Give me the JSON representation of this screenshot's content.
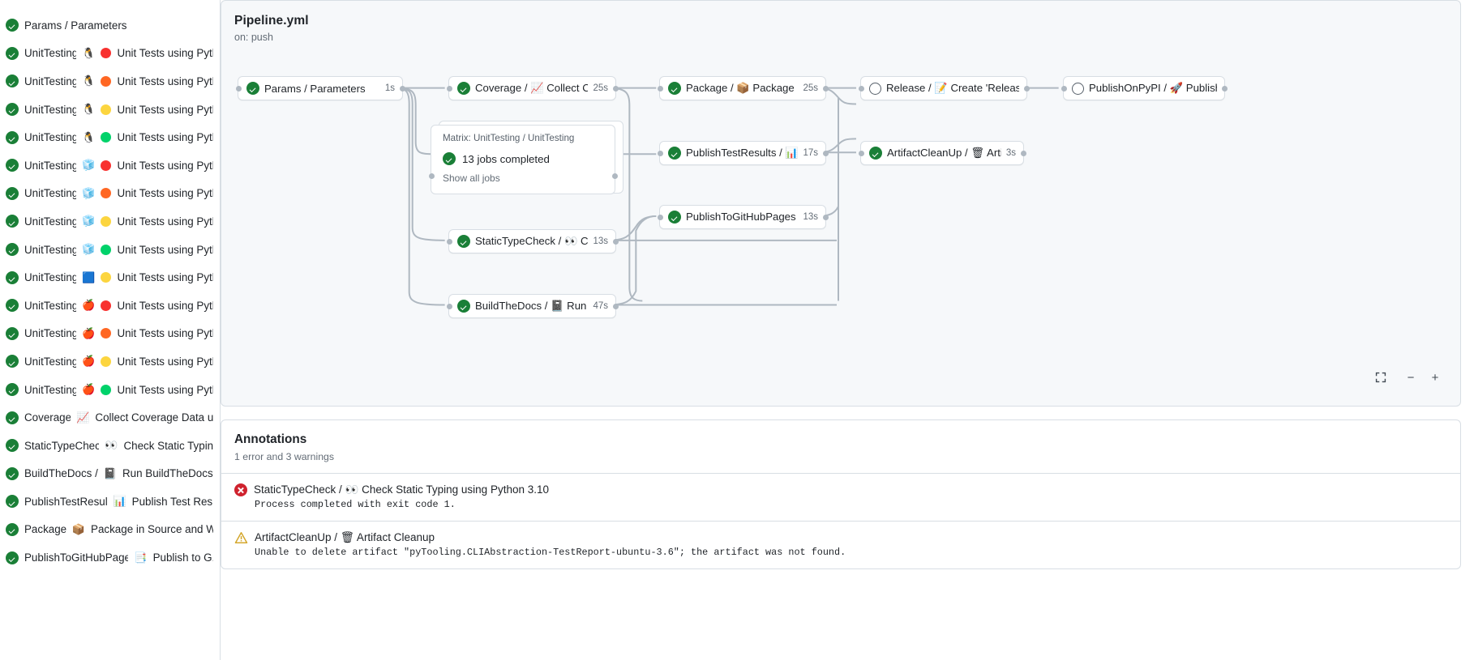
{
  "sidebar": {
    "jobs": [
      {
        "status": "success",
        "name": "Params / Parameters",
        "os": null,
        "dot": null
      },
      {
        "status": "success",
        "name": "UnitTesting /",
        "os": "🐧",
        "dot": "#f8312f",
        "suffix": "Unit Tests using Pyth..."
      },
      {
        "status": "success",
        "name": "UnitTesting /",
        "os": "🐧",
        "dot": "#ff6723",
        "suffix": "Unit Tests using Pyth..."
      },
      {
        "status": "success",
        "name": "UnitTesting /",
        "os": "🐧",
        "dot": "#fcd53f",
        "suffix": "Unit Tests using Pyth..."
      },
      {
        "status": "success",
        "name": "UnitTesting /",
        "os": "🐧",
        "dot": "#00d26a",
        "suffix": "Unit Tests using Pyth..."
      },
      {
        "status": "success",
        "name": "UnitTesting /",
        "os": "🧊",
        "dot": "#f8312f",
        "suffix": "Unit Tests using Pyth..."
      },
      {
        "status": "success",
        "name": "UnitTesting /",
        "os": "🧊",
        "dot": "#ff6723",
        "suffix": "Unit Tests using Pyth..."
      },
      {
        "status": "success",
        "name": "UnitTesting /",
        "os": "🧊",
        "dot": "#fcd53f",
        "suffix": "Unit Tests using Pyth..."
      },
      {
        "status": "success",
        "name": "UnitTesting /",
        "os": "🧊",
        "dot": "#00d26a",
        "suffix": "Unit Tests using Pyth..."
      },
      {
        "status": "success",
        "name": "UnitTesting /",
        "os": "🟦",
        "dot": "#fcd53f",
        "suffix": "Unit Tests using Pyth..."
      },
      {
        "status": "success",
        "name": "UnitTesting /",
        "os": "🍎",
        "dot": "#f8312f",
        "suffix": "Unit Tests using Pyth..."
      },
      {
        "status": "success",
        "name": "UnitTesting /",
        "os": "🍎",
        "dot": "#ff6723",
        "suffix": "Unit Tests using Pyth..."
      },
      {
        "status": "success",
        "name": "UnitTesting /",
        "os": "🍎",
        "dot": "#fcd53f",
        "suffix": "Unit Tests using Pyth..."
      },
      {
        "status": "success",
        "name": "UnitTesting /",
        "os": "🍎",
        "dot": "#00d26a",
        "suffix": "Unit Tests using Pyth..."
      },
      {
        "status": "success",
        "name": "Coverage /",
        "os": "📈",
        "dot": null,
        "suffix": "Collect Coverage Data usi..."
      },
      {
        "status": "success",
        "name": "StaticTypeCheck /",
        "os": "👀",
        "dot": null,
        "suffix": "Check Static Typing..."
      },
      {
        "status": "success",
        "name": "BuildTheDocs /",
        "os": "📓",
        "dot": null,
        "suffix": "Run BuildTheDocs"
      },
      {
        "status": "success",
        "name": "PublishTestResults /",
        "os": "📊",
        "dot": null,
        "suffix": "Publish Test Resu..."
      },
      {
        "status": "success",
        "name": "Package /",
        "os": "📦",
        "dot": null,
        "suffix": "Package in Source and Wh..."
      },
      {
        "status": "success",
        "name": "PublishToGitHubPages /",
        "os": "📑",
        "dot": null,
        "suffix": "Publish to G..."
      }
    ]
  },
  "graph": {
    "workflow_title": "Pipeline.yml",
    "trigger": "on: push",
    "nodes": [
      {
        "id": "params",
        "status": "success",
        "label": "Params / Parameters",
        "duration": "1s"
      },
      {
        "id": "coverage",
        "status": "success",
        "label": "Coverage / 📈 Collect Cove...",
        "duration": "25s"
      },
      {
        "id": "package",
        "status": "success",
        "label": "Package / 📦 Package in So...",
        "duration": "25s"
      },
      {
        "id": "release",
        "status": "pending",
        "label": "Release / 📝 Create 'Release P...",
        "duration": ""
      },
      {
        "id": "pypi",
        "status": "pending",
        "label": "PublishOnPyPI / 🚀 Publish to ...",
        "duration": ""
      },
      {
        "id": "testresults",
        "status": "success",
        "label": "PublishTestResults / 📊 Pu...",
        "duration": "17s"
      },
      {
        "id": "artifact",
        "status": "success",
        "label": "ArtifactCleanUp / 🗑 Artifac...",
        "duration": "3s"
      },
      {
        "id": "ghpages",
        "status": "success",
        "label": "PublishToGitHubPages / 📑 ...",
        "duration": "13s"
      },
      {
        "id": "typecheck",
        "status": "success",
        "label": "StaticTypeCheck / 👀 Chec...",
        "duration": "13s"
      },
      {
        "id": "docs",
        "status": "success",
        "label": "BuildTheDocs / 📓 Run Buil...",
        "duration": "47s"
      }
    ],
    "matrix": {
      "title": "Matrix: UnitTesting / UnitTesting",
      "summary": "13 jobs completed",
      "show_all": "Show all jobs"
    },
    "controls": {
      "fit": "fit-screen-icon",
      "zoom_out": "−",
      "zoom_in": "+"
    }
  },
  "annotations": {
    "title": "Annotations",
    "summary": "1 error and 3 warnings",
    "items": [
      {
        "severity": "error",
        "job": "StaticTypeCheck / 👀 Check Static Typing using Python 3.10",
        "message": "Process completed with exit code 1."
      },
      {
        "severity": "warning",
        "job": "ArtifactCleanUp / 🗑 Artifact Cleanup",
        "message": "Unable to delete artifact \"pyTooling.CLIAbstraction-TestReport-ubuntu-3.6\"; the artifact was not found."
      }
    ]
  }
}
